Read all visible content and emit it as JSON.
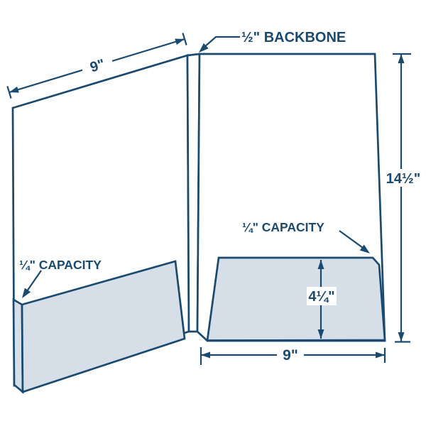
{
  "diagram": {
    "description": "Presentation folder dimension diagram with two pockets and backbone",
    "colors": {
      "background": "#ffffff",
      "stroke": "#1a4a70",
      "panel_fill": "#ffffff",
      "pocket_fill": "#d6dee8",
      "text": "#1a4a70"
    },
    "labels": {
      "backbone": "½\" BACKBONE",
      "panel_width_top": "9\"",
      "panel_width_bottom": "9\"",
      "panel_height": "14½\"",
      "pocket_height": "4¼\"",
      "left_pocket_capacity": "¼\" CAPACITY",
      "right_pocket_capacity": "¼\" CAPACITY"
    }
  }
}
